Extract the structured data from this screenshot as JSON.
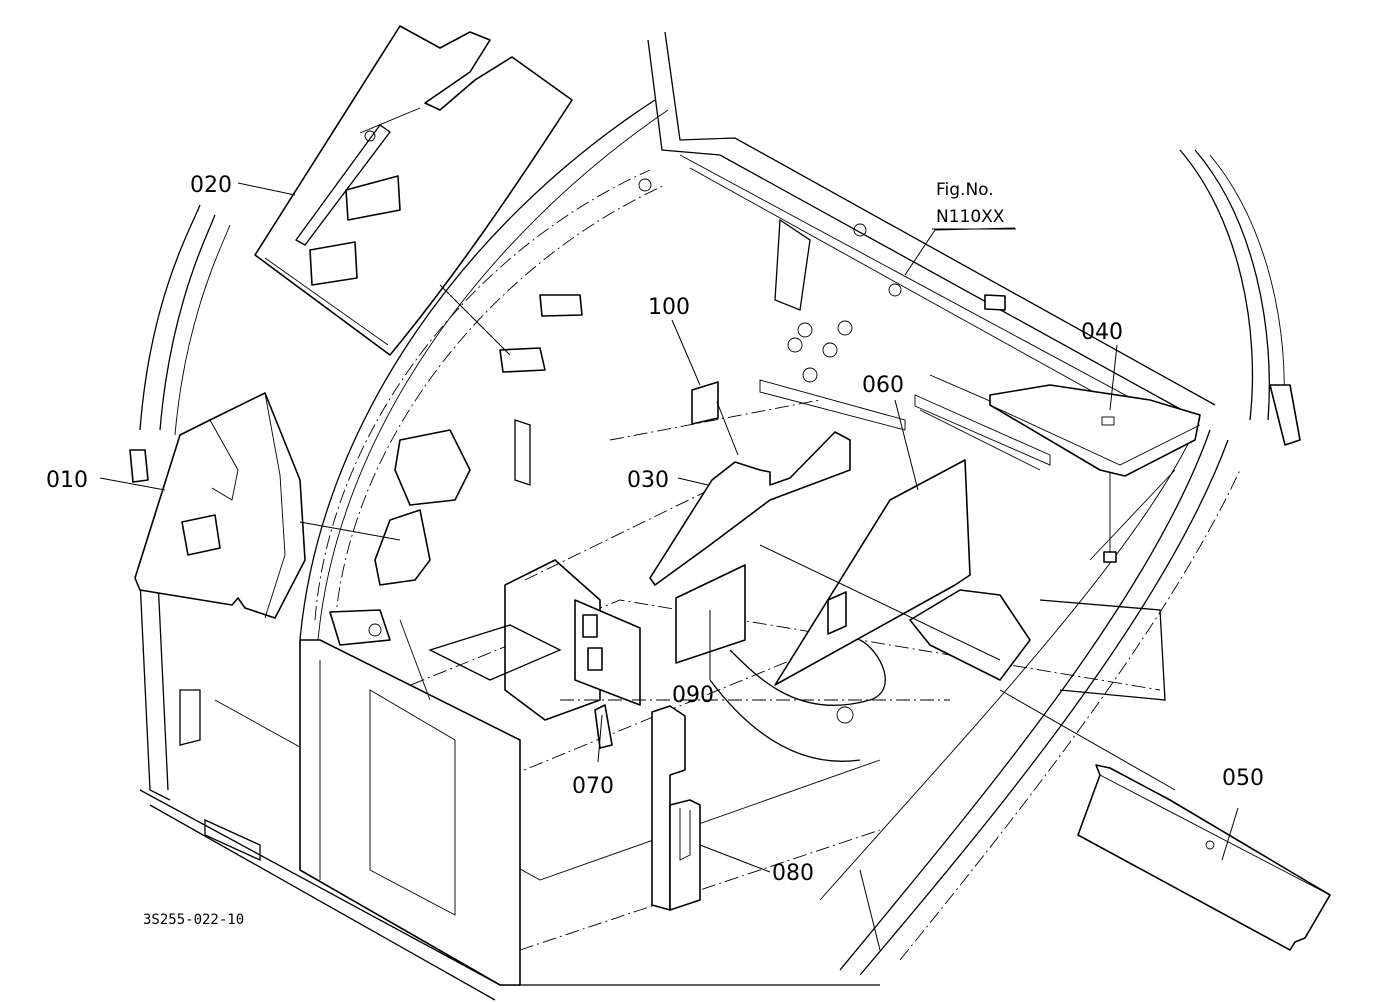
{
  "figure": {
    "fig_caption": "Fig.No.",
    "fig_number": "N110XX",
    "drawing_code": "3S255-022-10"
  },
  "parts": {
    "p010": "010",
    "p020": "020",
    "p030": "030",
    "p040": "040",
    "p050": "050",
    "p060": "060",
    "p070": "070",
    "p080": "080",
    "p090": "090",
    "p100": "100"
  }
}
